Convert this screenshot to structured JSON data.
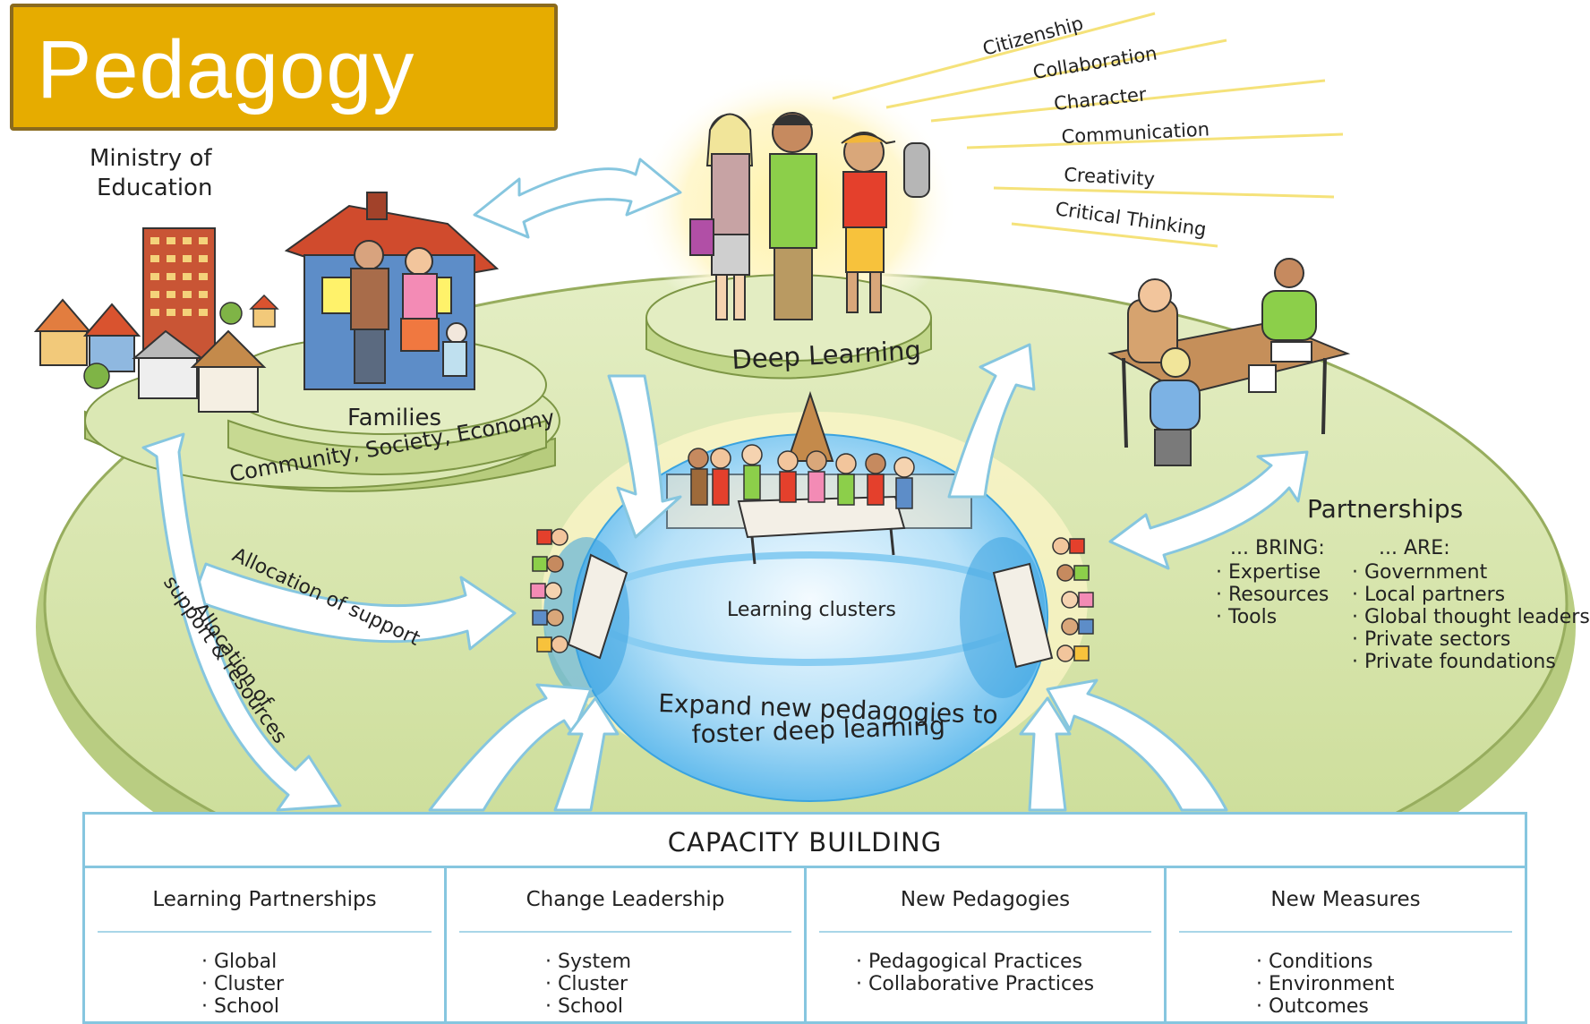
{
  "title": "Pedagogy",
  "labels": {
    "ministry": [
      "Ministry of",
      "Education"
    ],
    "families": "Families",
    "community": "Community, Society, Economy",
    "deep_learning": "Deep Learning",
    "learning_clusters": "Learning clusters",
    "expand": [
      "Expand new pedagogies to",
      "foster deep learning"
    ],
    "allocation_support": "Allocation of support",
    "allocation_resources": [
      "Allocation of",
      "support & resources"
    ]
  },
  "competencies": [
    "Citizenship",
    "Collaboration",
    "Character",
    "Communication",
    "Creativity",
    "Critical Thinking"
  ],
  "partnerships": {
    "heading": "Partnerships",
    "bring_heading": "... BRING:",
    "bring": [
      "Expertise",
      "Resources",
      "Tools"
    ],
    "are_heading": "... ARE:",
    "are": [
      "Government",
      "Local partners",
      "Global thought leaders",
      "Private sectors",
      "Private foundations"
    ]
  },
  "capacity_building": {
    "title": "CAPACITY BUILDING",
    "columns": [
      {
        "heading": "Learning Partnerships",
        "items": [
          "Global",
          "Cluster",
          "School"
        ]
      },
      {
        "heading": "Change Leadership",
        "items": [
          "System",
          "Cluster",
          "School"
        ]
      },
      {
        "heading": "New Pedagogies",
        "items": [
          "Pedagogical Practices",
          "Collaborative Practices"
        ]
      },
      {
        "heading": "New Measures",
        "items": [
          "Conditions",
          "Environment",
          "Outcomes"
        ]
      }
    ]
  },
  "colors": {
    "title_bg": "#e6ac00",
    "ground": "#d8e6b0",
    "ground_edge": "#a9bf74",
    "dome": "#6fc0ee",
    "arrow_outline": "#86c6df"
  }
}
